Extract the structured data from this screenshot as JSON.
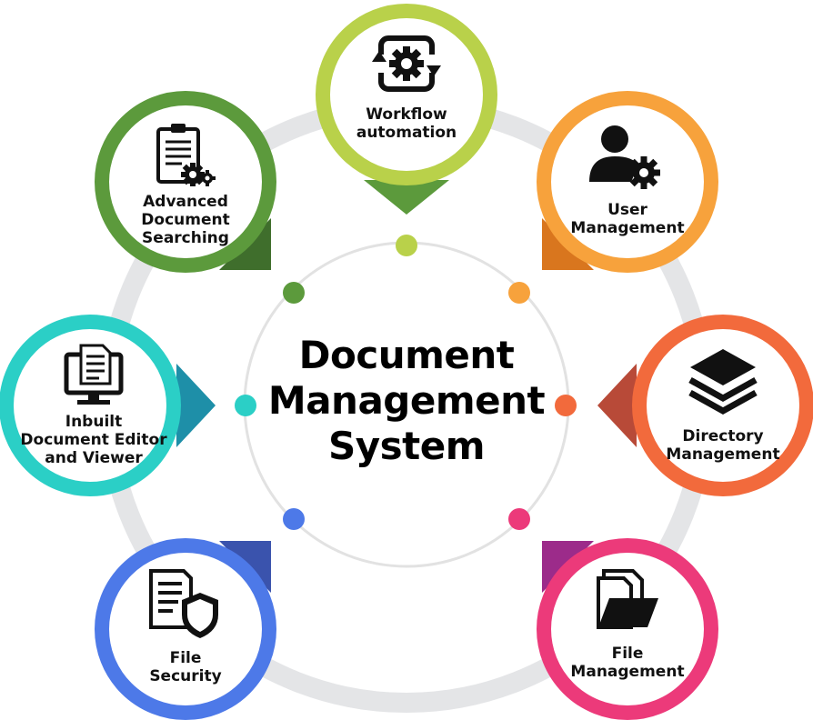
{
  "center": {
    "title": "Document\nManagement\nSystem"
  },
  "nodes": {
    "workflow": {
      "label": "Workflow\nautomation",
      "color": "#b9d14a",
      "icon": "gear-sync-icon"
    },
    "user": {
      "label": "User\nManagement",
      "color": "#f7a23c",
      "icon": "user-gear-icon"
    },
    "directory": {
      "label": "Directory\nManagement",
      "color": "#f26a3c",
      "icon": "layers-icon"
    },
    "file_mgmt": {
      "label": "File\nManagement",
      "color": "#ec3a7a",
      "icon": "folder-files-icon"
    },
    "security": {
      "label": "File\nSecurity",
      "color": "#4d79e8",
      "icon": "shield-document-icon"
    },
    "editor": {
      "label": "Inbuilt\nDocument Editor\nand Viewer",
      "color": "#2bcfc6",
      "icon": "monitor-document-icon"
    },
    "search": {
      "label": "Advanced\nDocument\nSearching",
      "color": "#5c9a3c",
      "icon": "clipboard-gear-icon"
    }
  }
}
